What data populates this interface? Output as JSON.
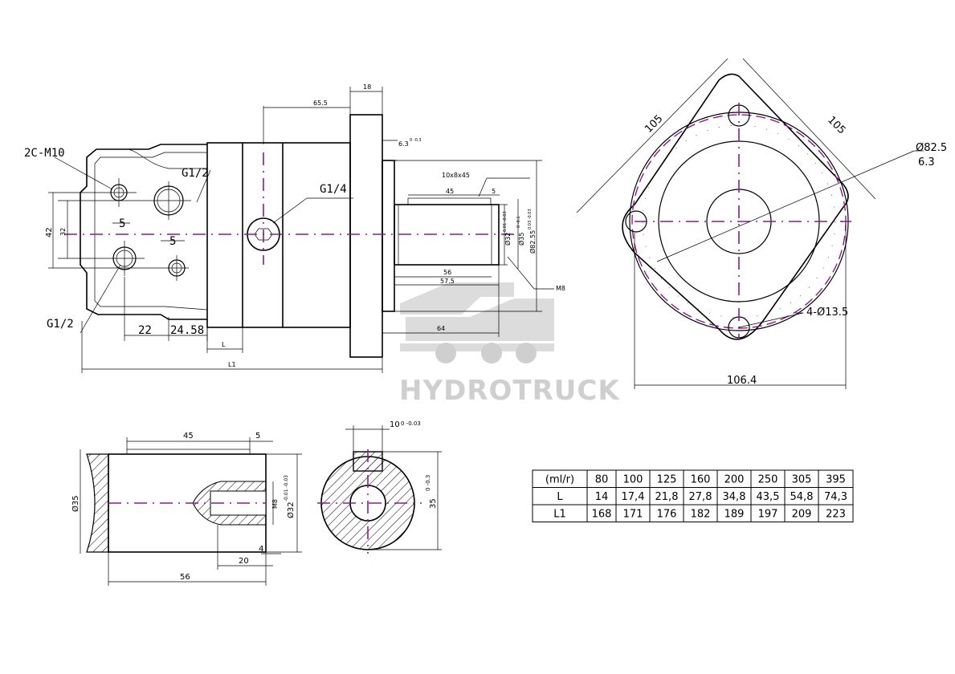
{
  "side_view": {
    "labels": {
      "port_2c": "2C-M10",
      "port_g12_top": "G1/2",
      "port_g14": "G1/4",
      "port_g12_bottom": "G1/2"
    },
    "dims": {
      "d_65_5": "65.5",
      "d_18": "18",
      "d_6_3": "6.3",
      "d_6_3_tol": "0 -0.3",
      "d_10x8x45": "10x8x45",
      "d_45": "45",
      "d_5": "5",
      "d_42": "42",
      "d_32": "32",
      "d_5a": "5",
      "d_5b": "5",
      "d_22": "22",
      "d_24_58": "24.58",
      "d_l": "L",
      "d_l1": "L1",
      "d_56": "56",
      "d_57_5": "57.5",
      "d_64": "64",
      "d_m8": "M8",
      "d_phi32": "Ø32",
      "d_phi35": "Ø35",
      "d_phi82_55": "Ø82.55",
      "d_phi32_tol": "0.01 -0.03",
      "d_phi35_tol": "0 -0.1",
      "d_phi82_tol": "0.03 -0.03"
    }
  },
  "front_view": {
    "dims": {
      "d_105_a": "105",
      "d_105_b": "105",
      "d_phi82_5": "Ø82.5",
      "d_6_3": "6.3",
      "d_holes": "4-Ø13.5",
      "d_106_4": "106.4"
    }
  },
  "shaft_detail": {
    "dims": {
      "d_45": "45",
      "d_5": "5",
      "d_phi35": "Ø35",
      "d_m8": "M8",
      "d_phi32": "Ø32",
      "d_phi32_tol": "-0.01 -0.03",
      "d_4": "4",
      "d_20": "20",
      "d_56": "56"
    }
  },
  "shaft_section": {
    "dims": {
      "d_10": "10",
      "d_10_tol": "0 -0.03",
      "d_35": "35",
      "d_35_tol": "0 -0.3"
    }
  },
  "watermark": {
    "brand": "HYDROTRUCK"
  },
  "table": {
    "header": [
      "(ml/r)",
      "80",
      "100",
      "125",
      "160",
      "200",
      "250",
      "305",
      "395"
    ],
    "rows": [
      [
        "L",
        "14",
        "17,4",
        "21,8",
        "27,8",
        "34,8",
        "43,5",
        "54,8",
        "74,3"
      ],
      [
        "L1",
        "168",
        "171",
        "176",
        "182",
        "189",
        "197",
        "209",
        "223"
      ]
    ]
  }
}
